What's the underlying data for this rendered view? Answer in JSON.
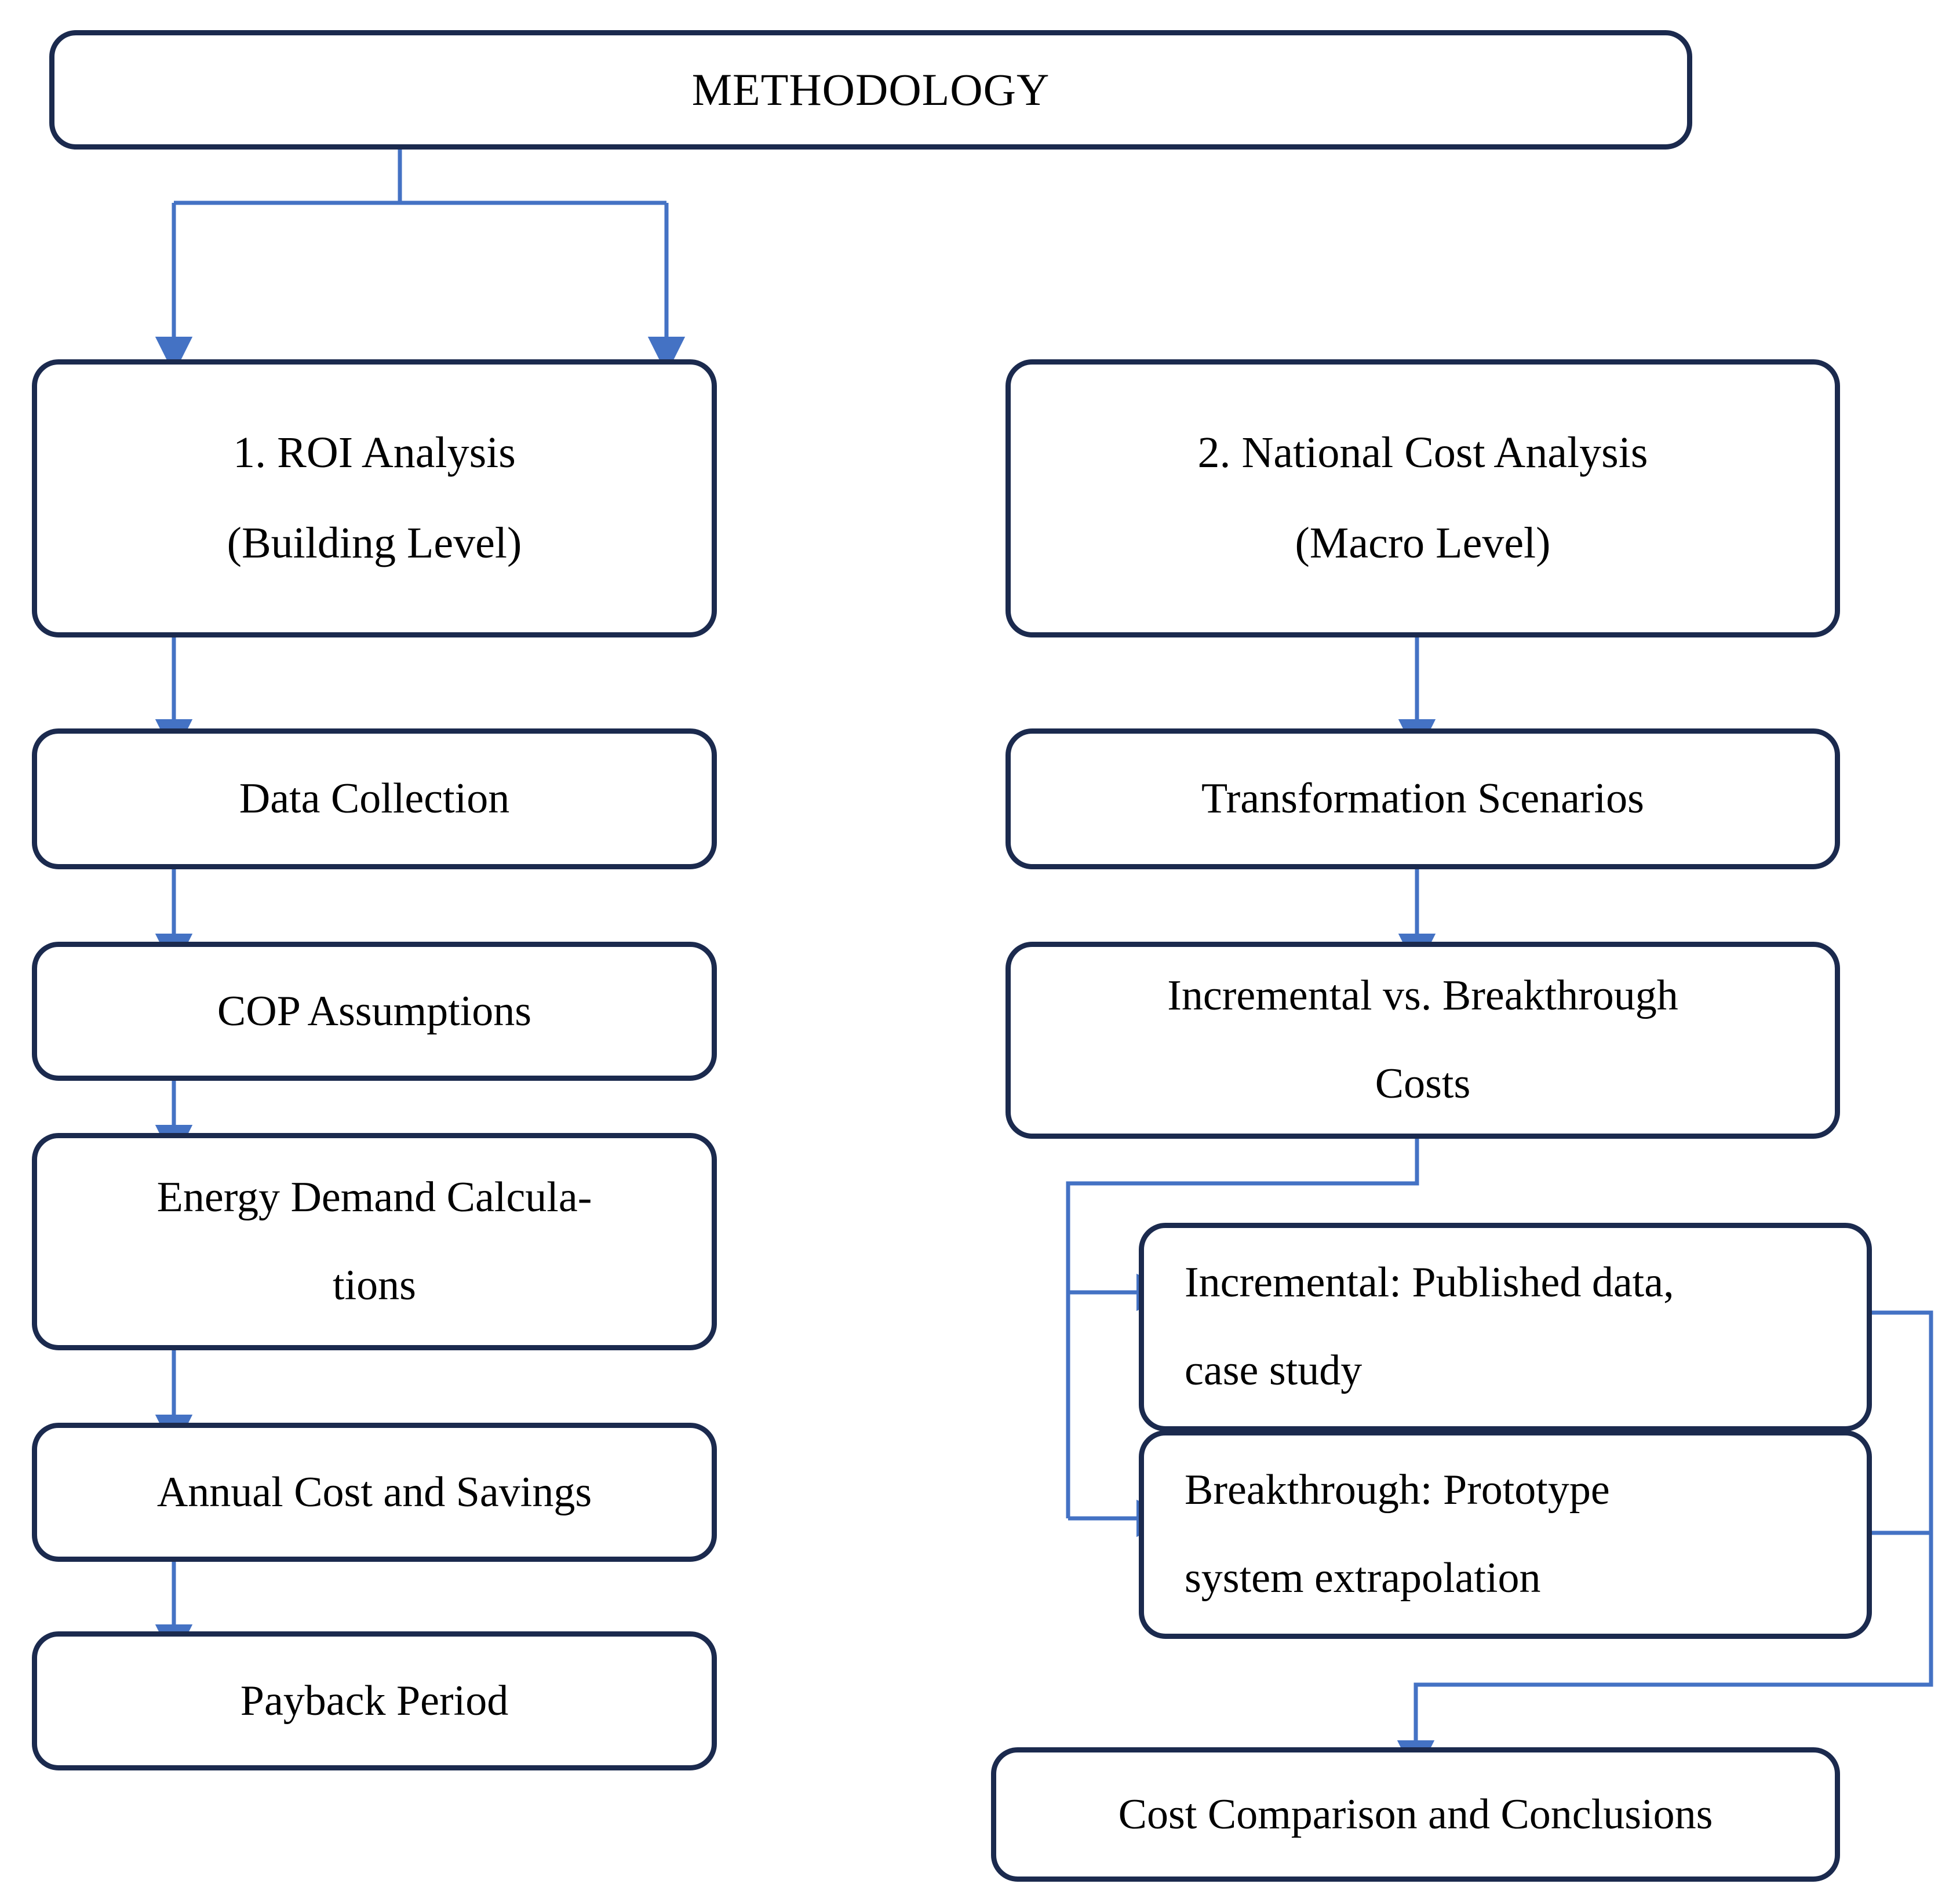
{
  "diagram": {
    "title": "METHODOLOGY",
    "accent_box_border": "#1b2a4e",
    "accent_edge": "#4472c4",
    "background": "#ffffff",
    "type": "flowchart"
  },
  "nodes": {
    "root": {
      "id": "methodology",
      "label": "METHODOLOGY"
    },
    "branch_left": {
      "id": "roi-analysis",
      "line1": "1. ROI Analysis",
      "line2": "(Building Level)"
    },
    "branch_right": {
      "id": "national-cost-analysis",
      "line1": "2. National Cost Analysis",
      "line2": "(Macro Level)"
    },
    "left_steps": [
      {
        "id": "data-collection",
        "label": "Data Collection"
      },
      {
        "id": "cop-assumptions",
        "label": "COP Assumptions"
      },
      {
        "id": "energy-demand-calculations",
        "line1": "Energy Demand Calcula-",
        "line2": "tions"
      },
      {
        "id": "annual-cost-and-savings",
        "label": "Annual Cost and Savings"
      },
      {
        "id": "payback-period",
        "label": "Payback Period"
      }
    ],
    "right_steps": [
      {
        "id": "transformation-scenarios",
        "label": "Transformation Scenarios"
      },
      {
        "id": "incremental-vs-breakthrough-costs",
        "line1": "Incremental vs. Breakthrough",
        "line2": "Costs"
      }
    ],
    "right_branches": [
      {
        "id": "incremental-source",
        "line1": "Incremental: Published data,",
        "line2": "case study"
      },
      {
        "id": "breakthrough-source",
        "line1": "Breakthrough: Prototype",
        "line2": "system extrapolation"
      }
    ],
    "terminal": {
      "id": "cost-comparison-and-conclusions",
      "label": "Cost Comparison and Conclusions"
    }
  },
  "edges": [
    {
      "from": "methodology",
      "to": "roi-analysis"
    },
    {
      "from": "methodology",
      "to": "national-cost-analysis"
    },
    {
      "from": "roi-analysis",
      "to": "data-collection"
    },
    {
      "from": "data-collection",
      "to": "cop-assumptions"
    },
    {
      "from": "cop-assumptions",
      "to": "energy-demand-calculations"
    },
    {
      "from": "energy-demand-calculations",
      "to": "annual-cost-and-savings"
    },
    {
      "from": "annual-cost-and-savings",
      "to": "payback-period"
    },
    {
      "from": "national-cost-analysis",
      "to": "transformation-scenarios"
    },
    {
      "from": "transformation-scenarios",
      "to": "incremental-vs-breakthrough-costs"
    },
    {
      "from": "incremental-vs-breakthrough-costs",
      "to": "incremental-source"
    },
    {
      "from": "incremental-vs-breakthrough-costs",
      "to": "breakthrough-source"
    },
    {
      "from": "incremental-source",
      "to": "cost-comparison-and-conclusions"
    },
    {
      "from": "breakthrough-source",
      "to": "cost-comparison-and-conclusions"
    }
  ]
}
